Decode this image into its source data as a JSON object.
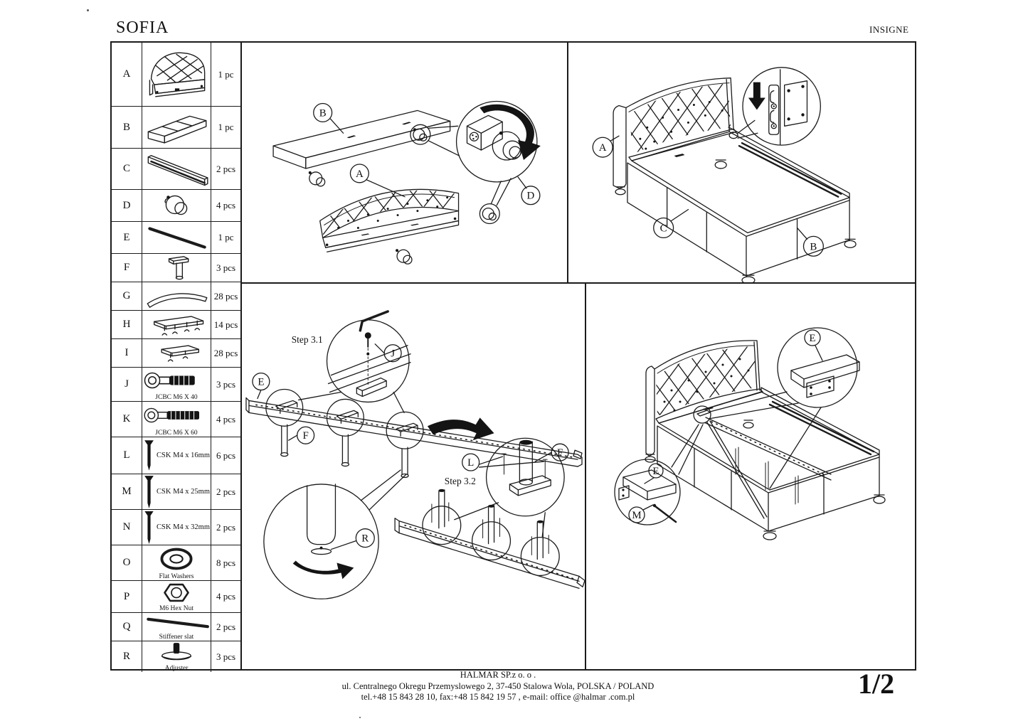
{
  "page": {
    "title": "SOFIA",
    "brand": "INSIGNE",
    "page_number": "1/2"
  },
  "footer": {
    "line1": "HALMAR SP.z o. o .",
    "line2": "ul. Centralnego Okregu Przemyslowego 2, 37-450 Stalowa Wola, POLSKA / POLAND",
    "line3": "tel.+48 15 843 28 10, fax:+48 15 842 19 57 , e-mail: office @halmar .com.pl"
  },
  "parts": {
    "rows": [
      {
        "id": "A",
        "qty": "1 pc",
        "caption": ""
      },
      {
        "id": "B",
        "qty": "1 pc",
        "caption": ""
      },
      {
        "id": "C",
        "qty": "2 pcs",
        "caption": ""
      },
      {
        "id": "D",
        "qty": "4 pcs",
        "caption": ""
      },
      {
        "id": "E",
        "qty": "1 pc",
        "caption": ""
      },
      {
        "id": "F",
        "qty": "3 pcs",
        "caption": ""
      },
      {
        "id": "G",
        "qty": "28 pcs",
        "caption": ""
      },
      {
        "id": "H",
        "qty": "14 pcs",
        "caption": ""
      },
      {
        "id": "I",
        "qty": "28 pcs",
        "caption": ""
      },
      {
        "id": "J",
        "qty": "3 pcs",
        "caption": "JCBC M6 X 40"
      },
      {
        "id": "K",
        "qty": "4 pcs",
        "caption": "JCBC M6 X 60"
      },
      {
        "id": "L",
        "qty": "6 pcs",
        "caption": "CSK M4 x 16mm"
      },
      {
        "id": "M",
        "qty": "2 pcs",
        "caption": "CSK M4 x 25mm"
      },
      {
        "id": "N",
        "qty": "2 pcs",
        "caption": "CSK M4 x 32mm"
      },
      {
        "id": "O",
        "qty": "8 pcs",
        "caption": "Flat Washers"
      },
      {
        "id": "P",
        "qty": "4 pcs",
        "caption": "M6 Hex Nut"
      },
      {
        "id": "Q",
        "qty": "2 pcs",
        "caption": "Stiffener slat"
      },
      {
        "id": "R",
        "qty": "3 pcs",
        "caption": "Adjuster"
      }
    ]
  },
  "steps": {
    "step31_label": "Step 3.1",
    "step32_label": "Step 3.2"
  },
  "labels": {
    "A": "A",
    "B": "B",
    "C": "C",
    "D": "D",
    "E": "E",
    "F": "F",
    "J": "J",
    "L": "L",
    "M": "M",
    "R": "R"
  }
}
